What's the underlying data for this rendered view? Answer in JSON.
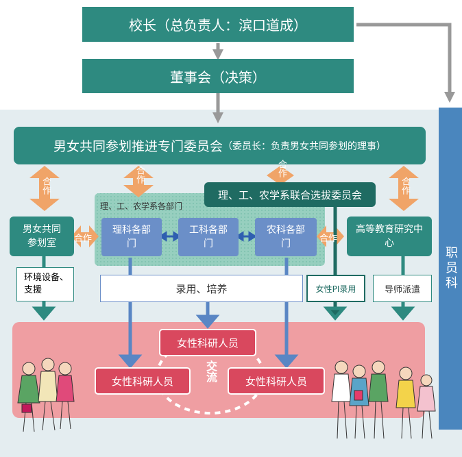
{
  "principal": "校长（总负责人：滨口道成）",
  "board": "董事会（决策）",
  "committee": {
    "title": "男女共同参划推进专门委员会",
    "note": "（委员长：负责男女共同参划的理事）"
  },
  "cooperate": "合作",
  "joint_committee": "理、工、农学系联合选拔委员会",
  "dept_group_label": "理、工、农学系各部门",
  "departments": [
    "理科各部门",
    "工科各部门",
    "农科各部门"
  ],
  "left_office": "男女共同参划室",
  "higher_ed": "高等教育研究中心",
  "env": "环境设备、支援",
  "recruit": "录用、培养",
  "female_pi": "女性PI录用",
  "mentor": "导师派遣",
  "researchers": [
    "女性科研人员",
    "女性科研人员",
    "女性科研人员"
  ],
  "exchange": "交流",
  "staff_section": "职员科",
  "colors": {
    "teal": "#2e8a80",
    "dark_teal": "#1f6b62",
    "blue": "#6b8fc8",
    "orange": "#f0a468",
    "pink_box": "#d9485e",
    "pink_area": "#ef9ea2",
    "staff_blue": "#4a86be"
  }
}
